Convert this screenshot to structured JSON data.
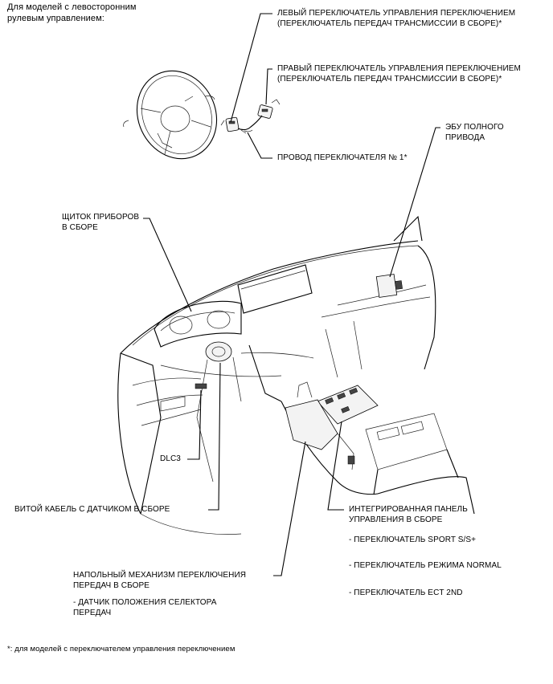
{
  "header": {
    "line1": "Для моделей с левосторонним",
    "line2": "рулевым управлением:"
  },
  "labels": {
    "left_switch": {
      "line1": "ЛЕВЫЙ ПЕРЕКЛЮЧАТЕЛЬ УПРАВЛЕНИЯ ПЕРЕКЛЮЧЕНИЕМ",
      "line2": "(ПЕРЕКЛЮЧАТЕЛЬ ПЕРЕДАЧ ТРАНСМИССИИ В СБОРЕ)*"
    },
    "right_switch": {
      "line1": "ПРАВЫЙ ПЕРЕКЛЮЧАТЕЛЬ УПРАВЛЕНИЯ ПЕРЕКЛЮЧЕНИЕМ",
      "line2": "(ПЕРЕКЛЮЧАТЕЛЬ ПЕРЕДАЧ ТРАНСМИССИИ В СБОРЕ)*"
    },
    "ecu_4wd": {
      "line1": "ЭБУ ПОЛНОГО",
      "line2": "ПРИВОДА"
    },
    "switch_wire": {
      "line1": "ПРОВОД ПЕРЕКЛЮЧАТЕЛЯ № 1*"
    },
    "cluster": {
      "line1": "ЩИТОК ПРИБОРОВ",
      "line2": "В СБОРЕ"
    },
    "dlc3": {
      "line1": "DLC3"
    },
    "spiral_cable": {
      "line1": "ВИТОЙ КАБЕЛЬ С ДАТЧИКОМ В СБОРЕ"
    },
    "control_panel": {
      "line1": "ИНТЕГРИРОВАННАЯ ПАНЕЛЬ",
      "line2": "УПРАВЛЕНИЯ В СБОРЕ",
      "items": [
        "- ПЕРЕКЛЮЧАТЕЛЬ SPORT S/S+",
        "- ПЕРЕКЛЮЧАТЕЛЬ РЕЖИМА NORMAL",
        "- ПЕРЕКЛЮЧАТЕЛЬ ECT 2ND"
      ]
    },
    "floor_shift": {
      "line1": "НАПОЛЬНЫЙ МЕХАНИЗМ ПЕРЕКЛЮЧЕНИЯ",
      "line2": "ПЕРЕДАЧ В СБОРЕ",
      "sub1": "- ДАТЧИК ПОЛОЖЕНИЯ СЕЛЕКТОРА",
      "sub2": "ПЕРЕДАЧ"
    }
  },
  "footnote": "*: для моделей с переключателем управления переключением"
}
